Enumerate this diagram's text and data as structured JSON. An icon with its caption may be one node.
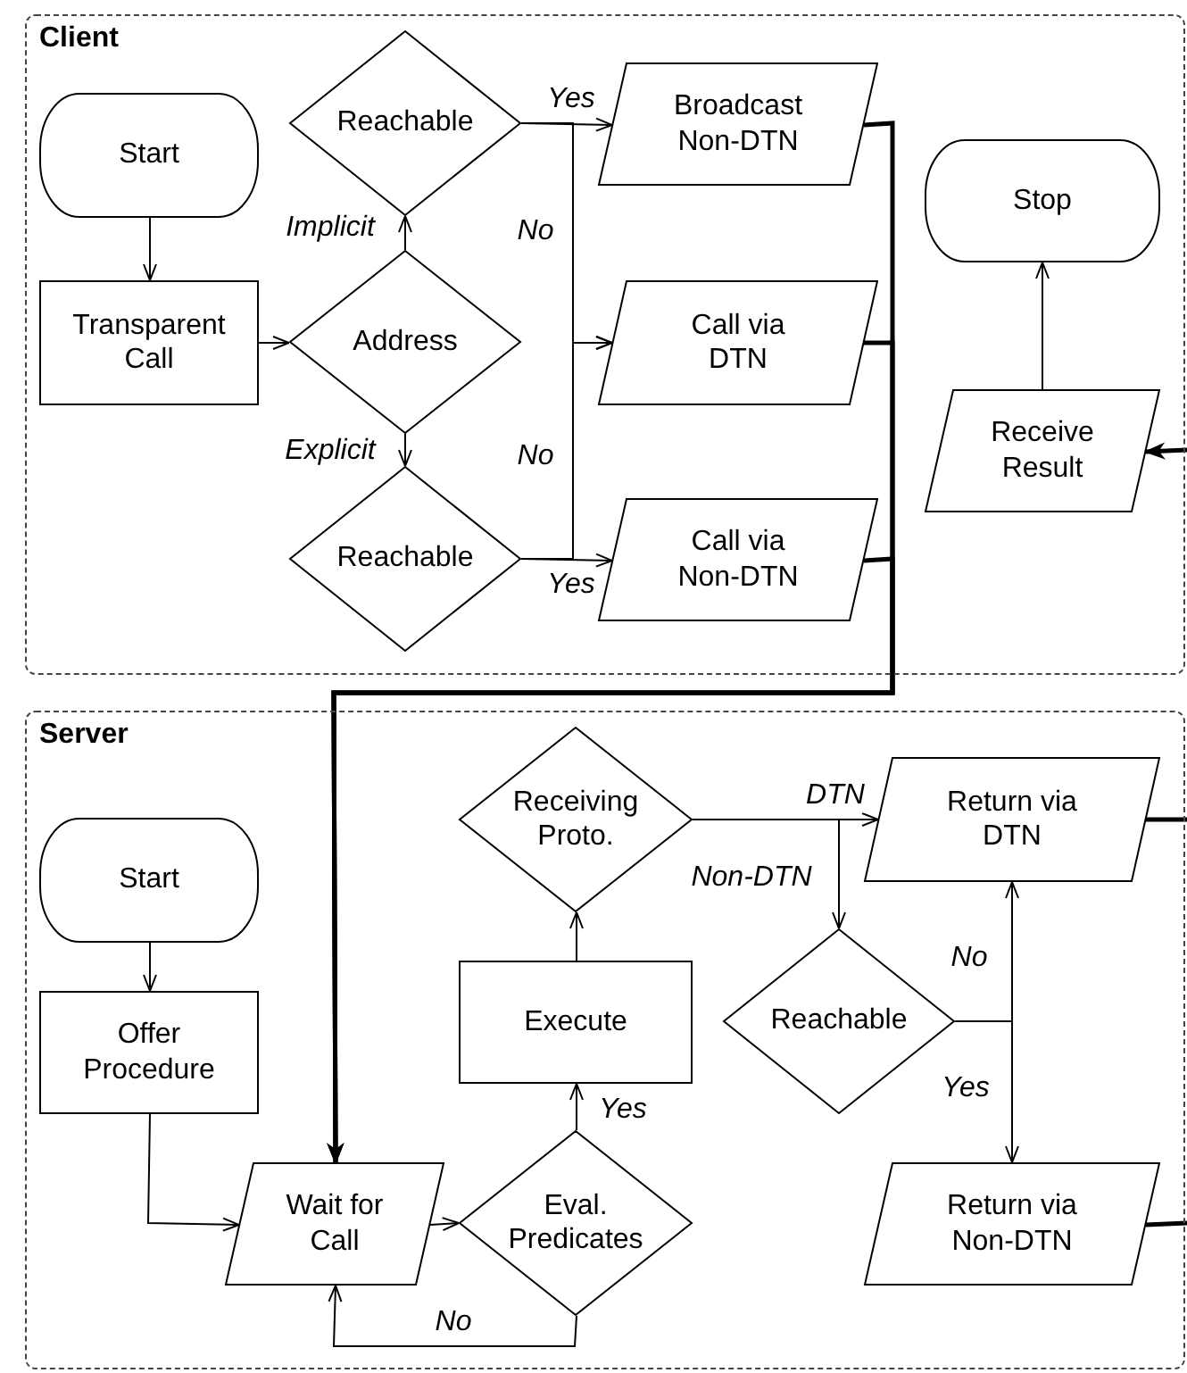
{
  "diagram": {
    "nodes": [
      {
        "text": [
          "Client"
        ]
      },
      {
        "text": [
          "Start"
        ],
        "in": 0
      },
      {
        "text": [
          "Transparent Call"
        ],
        "in": 0
      },
      {
        "text": [
          "Address"
        ],
        "in": 0
      },
      {
        "text": [
          "Reachable"
        ],
        "in": 0
      },
      {
        "text": [
          "Reachable"
        ],
        "in": 0
      },
      {
        "text": [
          "Broadcast Non-DTN"
        ],
        "in": 0
      },
      {
        "text": [
          "Call via DTN"
        ],
        "in": 0
      },
      {
        "text": [
          "Call via Non-DTN"
        ],
        "in": 0
      },
      {
        "text": [
          "Stop"
        ],
        "in": 0
      },
      {
        "text": [
          "Receive Result"
        ],
        "in": 0
      },
      {
        "text": [
          "Server"
        ]
      },
      {
        "text": [
          "Start"
        ],
        "in": 11
      },
      {
        "text": [
          "Offer Procedure"
        ],
        "in": 11
      },
      {
        "text": [
          "Wait for Call"
        ],
        "in": 11
      },
      {
        "text": [
          "Eval. Predicates"
        ],
        "in": 11
      },
      {
        "text": [
          "Execute"
        ],
        "in": 11
      },
      {
        "text": [
          "Receiving Proto."
        ],
        "in": 11
      },
      {
        "text": [
          "Return via DTN"
        ],
        "in": 11
      },
      {
        "text": [
          "Reachable"
        ],
        "in": 11
      },
      {
        "text": [
          "Return via Non-DTN"
        ],
        "in": 11
      }
    ],
    "edges": [
      {
        "from": 1,
        "to": 2,
        "arrow": "to"
      },
      {
        "from": 2,
        "to": 3,
        "arrow": "to"
      },
      {
        "from": 3,
        "to": 4,
        "arrow": "to",
        "label": "Implicit"
      },
      {
        "from": 3,
        "to": 5,
        "arrow": "to",
        "label": "Explicit"
      },
      {
        "from": 4,
        "to": 6,
        "arrow": "to",
        "label": "Yes"
      },
      {
        "from": 4,
        "to": 7,
        "arrow": "to",
        "label": "No"
      },
      {
        "from": 5,
        "to": 8,
        "arrow": "to",
        "label": "Yes"
      },
      {
        "from": 5,
        "to": 7,
        "arrow": "to",
        "label": "No"
      },
      {
        "from": 6,
        "to": 14,
        "arrow": "to",
        "style": "thick"
      },
      {
        "from": 7,
        "to": 14,
        "arrow": "to",
        "style": "thick"
      },
      {
        "from": 8,
        "to": 14,
        "arrow": "to",
        "style": "thick"
      },
      {
        "from": null,
        "to": 10,
        "arrow": "to",
        "style": "thick"
      },
      {
        "from": 10,
        "to": 9,
        "arrow": "to"
      },
      {
        "from": 12,
        "to": 13,
        "arrow": "to"
      },
      {
        "from": 13,
        "to": 14,
        "arrow": "to"
      },
      {
        "from": 14,
        "to": 15,
        "arrow": "to"
      },
      {
        "from": 15,
        "to": 16,
        "arrow": "to",
        "label": "Yes"
      },
      {
        "from": 15,
        "to": 14,
        "arrow": "to",
        "label": "No"
      },
      {
        "from": 16,
        "to": 17,
        "arrow": "to"
      },
      {
        "from": 17,
        "to": 18,
        "arrow": "to",
        "label": "DTN"
      },
      {
        "from": 17,
        "to": 19,
        "arrow": "to",
        "label": "Non-DTN"
      },
      {
        "from": 19,
        "to": 18,
        "arrow": "to",
        "label": "No"
      },
      {
        "from": 19,
        "to": 20,
        "arrow": "to",
        "label": "Yes"
      },
      {
        "from": 18,
        "to": null,
        "arrow": "none",
        "style": "thick"
      },
      {
        "from": 20,
        "to": null,
        "arrow": "none",
        "style": "thick"
      }
    ]
  }
}
